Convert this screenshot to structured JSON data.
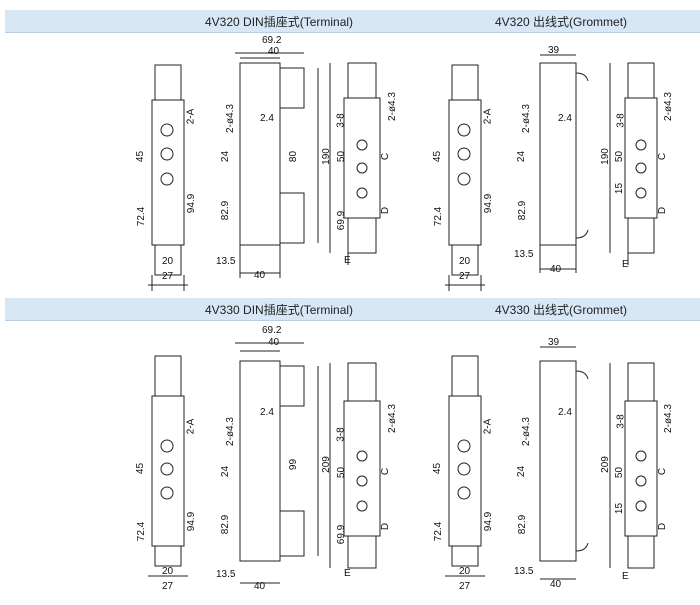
{
  "sections": [
    {
      "left_title": "4V320 DIN插座式(Terminal)",
      "right_title": "4V320 出线式(Grommet)",
      "dims": {
        "top_overall": "69.2",
        "top_body": "40",
        "top_grommet": "39",
        "port_2a": "2-A",
        "screw": "2-ø4.3",
        "screw_len": "2.4",
        "h45": "45",
        "h72": "72.4",
        "h949": "94.9",
        "h24": "24",
        "h829": "82.9",
        "h80": "80",
        "h190": "190",
        "h50": "50",
        "h699": "69.9",
        "h38": "3-8",
        "h15": "15",
        "w20": "20",
        "w27": "27",
        "w40": "40",
        "w135": "13.5",
        "lbl_c": "C",
        "lbl_d": "D",
        "lbl_e": "E"
      }
    },
    {
      "left_title": "4V330 DIN插座式(Terminal)",
      "right_title": "4V330 出线式(Grommet)",
      "dims": {
        "top_overall": "69.2",
        "top_body": "40",
        "top_grommet": "39",
        "port_2a": "2-A",
        "screw": "2-ø4.3",
        "screw_len": "2.4",
        "h45": "45",
        "h72": "72.4",
        "h949": "94.9",
        "h24": "24",
        "h829": "82.9",
        "h80": "99",
        "h190": "209",
        "h50": "50",
        "h699": "69.9",
        "h38": "3-8",
        "h15": "15",
        "w20": "20",
        "w27": "27",
        "w40": "40",
        "w135": "13.5",
        "lbl_c": "C",
        "lbl_d": "D",
        "lbl_e": "E"
      }
    }
  ]
}
